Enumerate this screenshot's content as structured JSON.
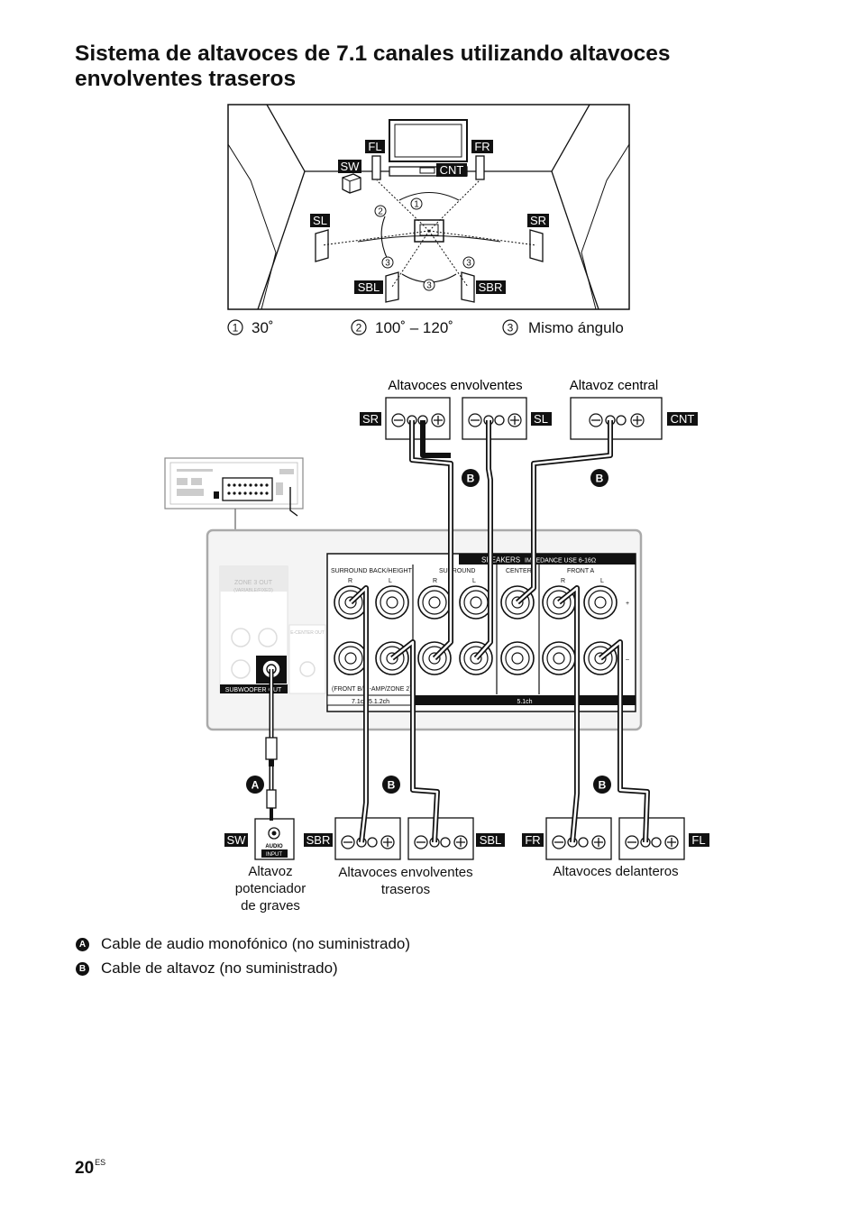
{
  "page": {
    "title": "Sistema de altavoces de 7.1 canales utilizando altavoces envolventes traseros",
    "page_number": "20",
    "page_lang": "ES"
  },
  "top_figure": {
    "labels": {
      "fl": "FL",
      "fr": "FR",
      "sw": "SW",
      "cnt": "CNT",
      "sl": "SL",
      "sr": "SR",
      "sbl": "SBL",
      "sbr": "SBR"
    },
    "angle_markers": {
      "m1": "1",
      "m2": "2",
      "m3": "3"
    },
    "angles": [
      {
        "marker": "1",
        "text": "30˚"
      },
      {
        "marker": "2",
        "text": "100˚ – 120˚"
      },
      {
        "marker": "3",
        "text": "Mismo ángulo"
      }
    ]
  },
  "wiring": {
    "surround_title": "Altavoces envolventes",
    "center_title": "Altavoz central",
    "badges": {
      "sr": "SR",
      "sl": "SL",
      "cnt": "CNT",
      "sw": "SW",
      "sbr": "SBR",
      "sbl": "SBL",
      "fr": "FR",
      "fl": "FL"
    },
    "cable_markers": {
      "a": "A",
      "b": "B"
    },
    "panel": {
      "zone3": "ZONE 3 OUT",
      "zone3_sub": "(VARIABLE/FIXED)",
      "center_out": "E-CENTER OUT",
      "subwoofer_out": "SUBWOOFER OUT",
      "speakers": "SPEAKERS",
      "impedance": "IMPEDANCE USE 6-16Ω",
      "sections": [
        "SURROUND BACK/HEIGHT",
        "SURROUND",
        "CENTER",
        "FRONT A"
      ],
      "r": "R",
      "l": "L",
      "bottom_note": "(FRONT B/BI-AMP/ZONE 2)",
      "band_71": "7.1ch/5.1.2ch",
      "band_51": "5.1ch",
      "plus": "+",
      "minus": "–"
    },
    "sub_input": {
      "line1": "AUDIO",
      "line2": "INPUT"
    },
    "captions": {
      "subwoofer": [
        "Altavoz",
        "potenciador",
        "de graves"
      ],
      "back": [
        "Altavoces envolventes",
        "traseros"
      ],
      "front": "Altavoces delanteros"
    }
  },
  "legend": [
    {
      "marker": "A",
      "text": "Cable de audio monofónico (no suministrado)"
    },
    {
      "marker": "B",
      "text": "Cable de altavoz (no suministrado)"
    }
  ]
}
